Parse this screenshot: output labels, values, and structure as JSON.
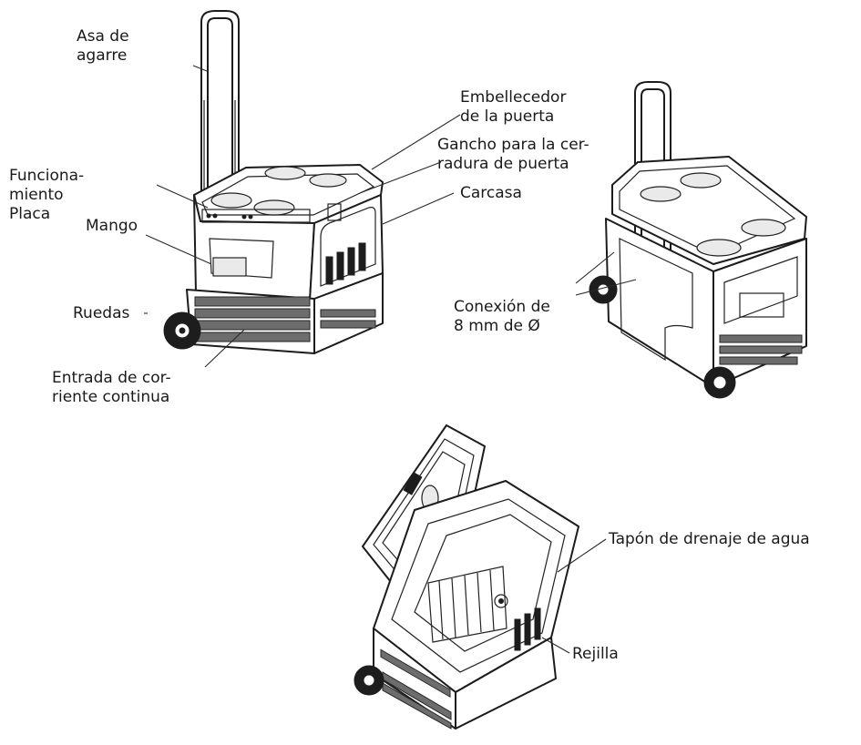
{
  "labels": {
    "grip_handle": [
      "Asa de",
      "agarre"
    ],
    "door_trim": [
      "Embellecedor",
      "de la puerta"
    ],
    "door_latch_hook": [
      "Gancho para la cer-",
      "radura de puerta"
    ],
    "operation_panel": [
      "Funciona-",
      "miento",
      "Placa"
    ],
    "housing": "Carcasa",
    "handle": "Mango",
    "wheels": "Ruedas",
    "dc_input": [
      "Entrada de cor-",
      "riente continua"
    ],
    "connection_8mm": [
      "Conexión de",
      "8 mm de Ø"
    ],
    "drain_plug": "Tapón de drenaje de agua",
    "grille": "Rejilla"
  }
}
